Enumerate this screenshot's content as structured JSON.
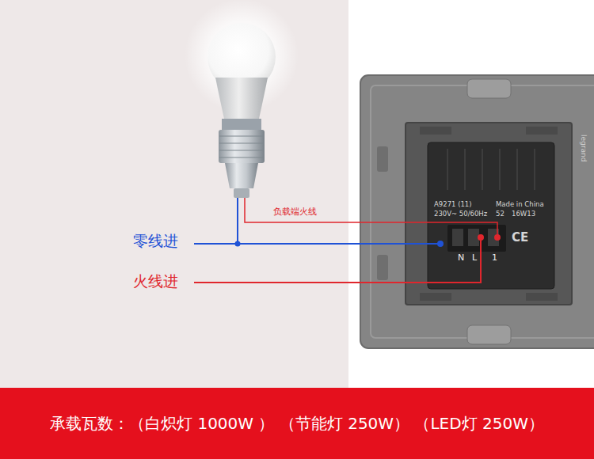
{
  "diagram": {
    "nodes": [
      {
        "text": [
          "A9271 (11)",
          "230V~ 50/60Hz",
          "Made in China",
          "52",
          "16W13",
          "CE",
          "N",
          "L",
          "1"
        ]
      },
      {
        "text": [
          "承载瓦数：（白炽灯 1000W ） （节能灯 250W） （LED灯 250W）"
        ]
      }
    ],
    "labels": [
      "负载端火线",
      "零线进",
      "火线进",
      "legrand"
    ]
  }
}
